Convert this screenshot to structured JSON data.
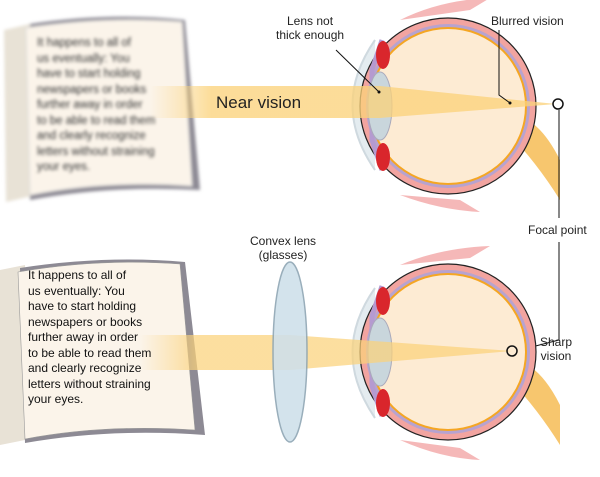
{
  "labels": {
    "near_vision": "Near vision",
    "lens_not_thick": "Lens not\nthick enough",
    "blurred_vision": "Blurred vision",
    "focal_point": "Focal point",
    "convex_lens": "Convex lens\n(glasses)",
    "sharp_vision": "Sharp\nvision"
  },
  "book_text": "It happens to all of\nus eventually: You\nhave to start holding\nnewspapers or books\nfurther away in order\nto be able to read them\nand clearly recognize\nletters without straining\nyour eyes.",
  "colors": {
    "beam": "#fbd27a",
    "sclera": "#f0a0a0",
    "retina": "#f5a623",
    "vitreous": "#fdebd3",
    "lens": "#c9d6dc"
  }
}
